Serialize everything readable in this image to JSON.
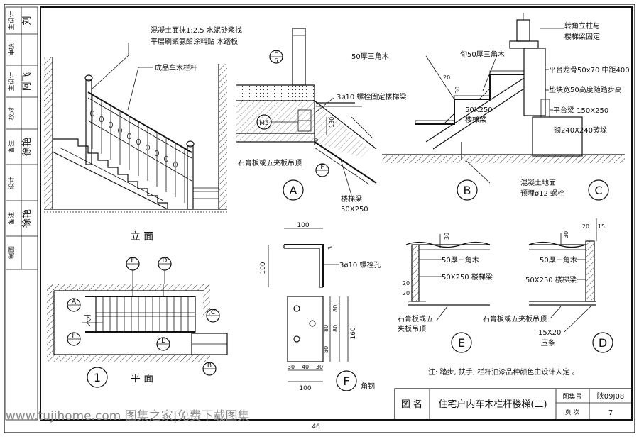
{
  "side_column": {
    "rows": [
      {
        "label": "主设计",
        "sign": "刘"
      },
      {
        "label": "审核",
        "sign": ""
      },
      {
        "label": "主设计",
        "sign": "阿飞"
      },
      {
        "label": "校对",
        "sign": ""
      },
      {
        "label": "备注",
        "sign": "徐艳"
      },
      {
        "label": "设计",
        "sign": ""
      },
      {
        "label": "备注",
        "sign": "徐艳"
      },
      {
        "label": "制图",
        "sign": ""
      }
    ]
  },
  "elevation": {
    "note_top_1": "混凝土面抹1:2.5 水泥砂浆找",
    "note_top_2": "平层刷聚氨酯涂料贴 木踏板",
    "rail_label": "成品车木栏杆",
    "title": "立    面"
  },
  "detail_a": {
    "marker": "A",
    "sect_e": "E",
    "sect_e_sub": "6",
    "sect_f": "F",
    "m": "M5",
    "dim_130": "130",
    "dim_30": "30",
    "bolt_note": "3ø10 螺栓固定楼梯梁",
    "ceiling": "石膏板或五夹板吊顶",
    "beam_1": "楼梯梁",
    "beam_2": "50X250"
  },
  "detail_b": {
    "marker": "B",
    "angle_wood": "50厚三角木",
    "angle_wood_2": "旬50厚三角木",
    "dim_20": "20",
    "dim_30": "30",
    "beam_1": "50X250",
    "beam_2": "楼梯梁",
    "ground_1": "混凝土地面",
    "ground_2": "预埋ø12 螺栓"
  },
  "detail_c": {
    "marker": "C",
    "post_1": "转角立柱与",
    "post_2": "楼梯梁固定",
    "keel": "平台龙骨50x70 中距400",
    "pad": "垫块宽50高度随踏步高",
    "beam": "平台梁 150X250",
    "brick": "砌240X240砖垛"
  },
  "plan": {
    "title_num": "1",
    "title": "平    面",
    "down": "下",
    "m_f": "F",
    "m_d": "D",
    "m_a": "A",
    "m_c": "C",
    "m_e": "E",
    "m_b": "B"
  },
  "detail_f": {
    "dim_100_top": "100",
    "dim_3": "3",
    "dim_100_left": "100",
    "hole": "3ø10 螺栓孔",
    "dim_80a": "80",
    "dim_80b": "80",
    "dim_80c": "80",
    "dim_80d": "80",
    "dim_160": "160",
    "dim_30a": "30",
    "dim_40": "40",
    "dim_30b": "30",
    "dim_100_bot": "100",
    "marker": "F",
    "label": "角钢"
  },
  "detail_e": {
    "marker": "E",
    "dim_30": "30",
    "angle_wood": "50厚三角木",
    "beam": "50X250 楼梯梁",
    "dim_20a": "20",
    "dim_20b": "20",
    "ceiling_1": "石膏板或五",
    "ceiling_2": "夹板吊顶"
  },
  "detail_d": {
    "marker": "D",
    "dim_30": "30",
    "dim_20": "20",
    "dim_15": "15",
    "angle_wood": "50厚三角木",
    "beam": "50X250 楼梯梁",
    "ceiling": "石膏板或五夹板吊顶",
    "strip_1": "15X20",
    "strip_2": "压条"
  },
  "note": "注:   踏步, 扶手, 栏杆油漆品种颜色由设计人定 。",
  "title_block": {
    "name_label": "图 名",
    "name": "住宅户内车木栏杆楼梯(二)",
    "set_label": "图集号",
    "set_value": "陕09J08",
    "page_label": "页 次",
    "page_value": "7"
  },
  "watermark": "www.tujihome.com 图集之家|免费下载图集",
  "page_number": "46"
}
